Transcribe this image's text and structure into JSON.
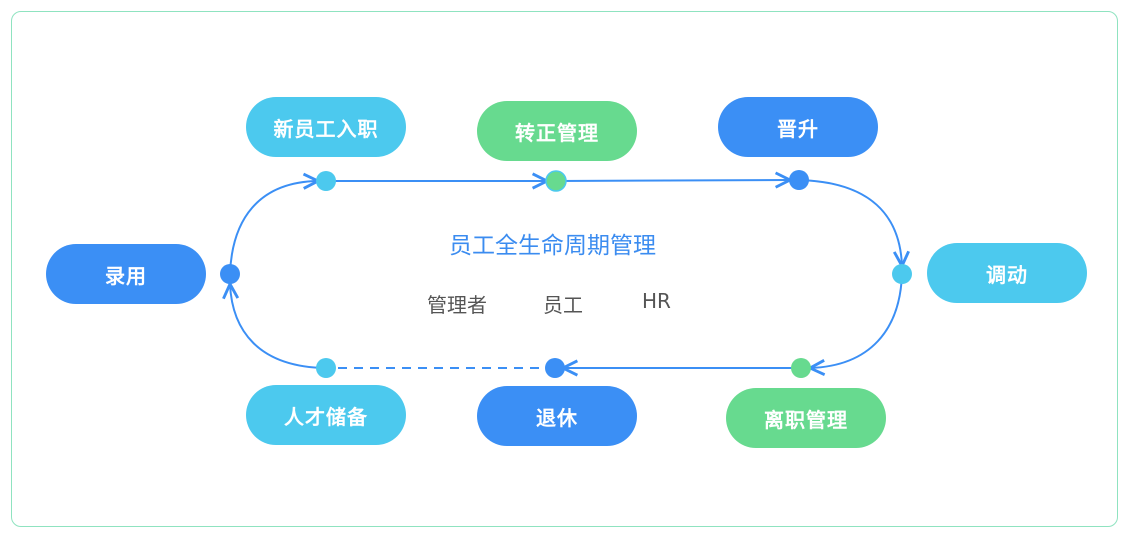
{
  "center": {
    "title": "员工全生命周期管理",
    "roles": [
      "管理者",
      "员工",
      "HR"
    ]
  },
  "stages": {
    "luyong": "录用",
    "xinyuangong": "新员工入职",
    "zhuanzheng": "转正管理",
    "jinsheng": "晋升",
    "diaodong": "调动",
    "lizhi": "离职管理",
    "tuixiu": "退休",
    "rencai": "人才储备"
  },
  "colors": {
    "blue": "#3b8ff5",
    "cyan": "#4cc9ee",
    "green": "#67da8f",
    "line": "#3b8ff5",
    "border": "#8fe3c0"
  }
}
